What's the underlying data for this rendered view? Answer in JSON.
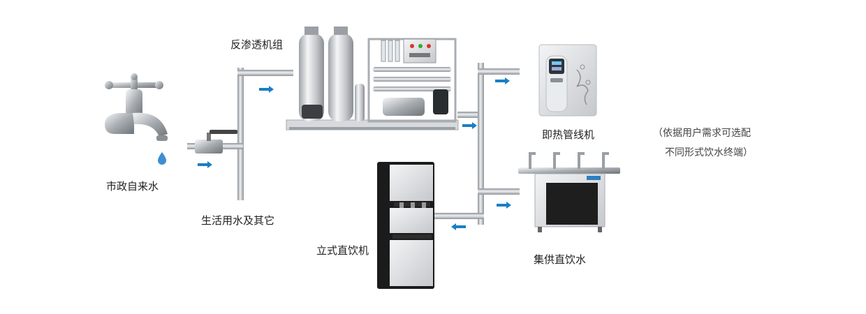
{
  "labels": {
    "tap": "市政自来水",
    "domestic": "生活用水及其它",
    "ro": "反渗透机组",
    "pipeline": "即热管线机",
    "standing": "立式直饮机",
    "central": "集供直饮水"
  },
  "note": {
    "line1": "（依据用户需求可选配",
    "line2": "不同形式饮水终端）"
  },
  "colors": {
    "pipe": "#b9bcc1",
    "arrow": "#1a7fc4",
    "steel": "#c9ccd1",
    "dark": "#1b1b1b"
  }
}
